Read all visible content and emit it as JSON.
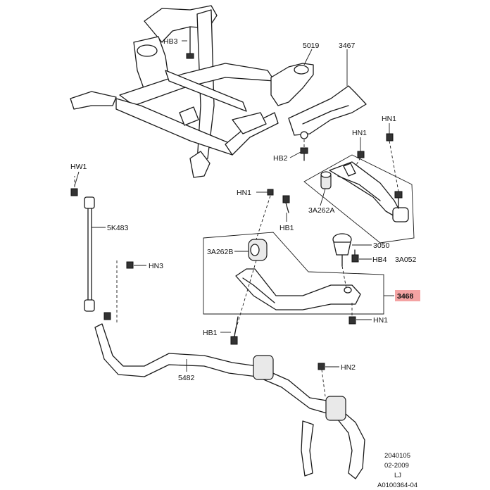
{
  "labels": {
    "hb3": "HB3",
    "p5019": "5019",
    "p3467": "3467",
    "hn1_top_right": "HN1",
    "hn1_upper": "HN1",
    "hb2": "HB2",
    "hw1": "HW1",
    "hn1_left": "HN1",
    "p3a262a": "3A262A",
    "hb1_upper": "HB1",
    "p5k483": "5K483",
    "p3a262b": "3A262B",
    "p3050": "3050",
    "hn3": "HN3",
    "hb4": "HB4",
    "p3a052": "3A052",
    "p3468": "3468",
    "hn1_lower": "HN1",
    "hb1_lower": "HB1",
    "p5482": "5482",
    "hn2": "HN2"
  },
  "highlight": {
    "color": "#f4a3a3"
  },
  "footer": {
    "line1": "2040105",
    "line2": "02-2009",
    "line3": "LJ",
    "line4": "A0100364-04"
  }
}
